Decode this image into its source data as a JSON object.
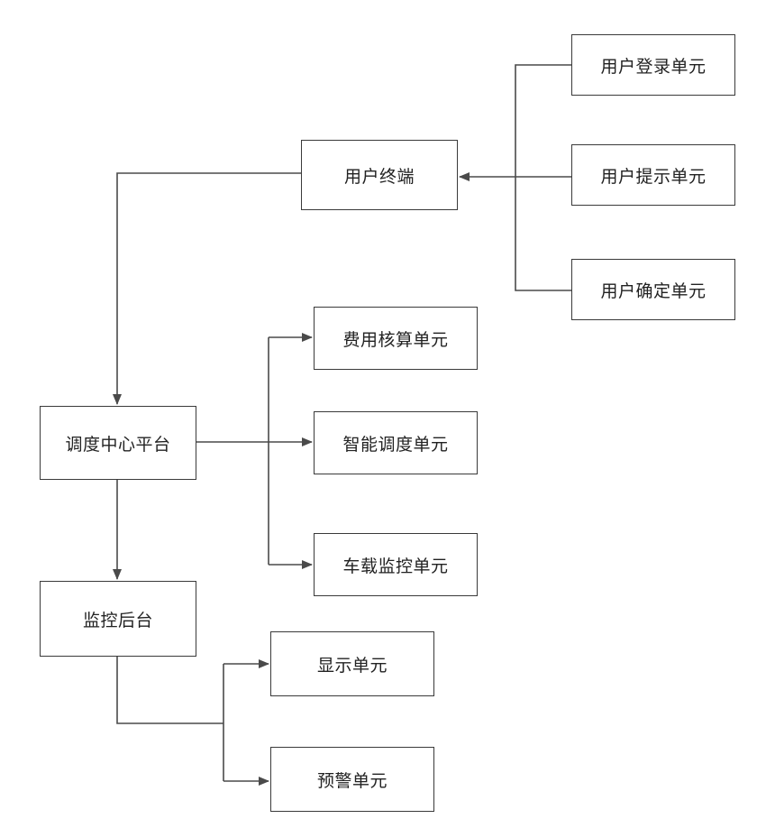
{
  "nodes": {
    "user_login_unit": "用户登录单元",
    "user_prompt_unit": "用户提示单元",
    "user_confirm_unit": "用户确定单元",
    "user_terminal": "用户终端",
    "fee_settlement_unit": "费用核算单元",
    "smart_dispatch_unit": "智能调度单元",
    "vehicle_monitor_unit": "车载监控单元",
    "dispatch_center_platform": "调度中心平台",
    "monitoring_backend": "监控后台",
    "display_unit": "显示单元",
    "alarm_unit": "预警单元"
  },
  "colors": {
    "line": "#4a4a4a",
    "border": "#3a3a3a",
    "text": "#222222"
  }
}
